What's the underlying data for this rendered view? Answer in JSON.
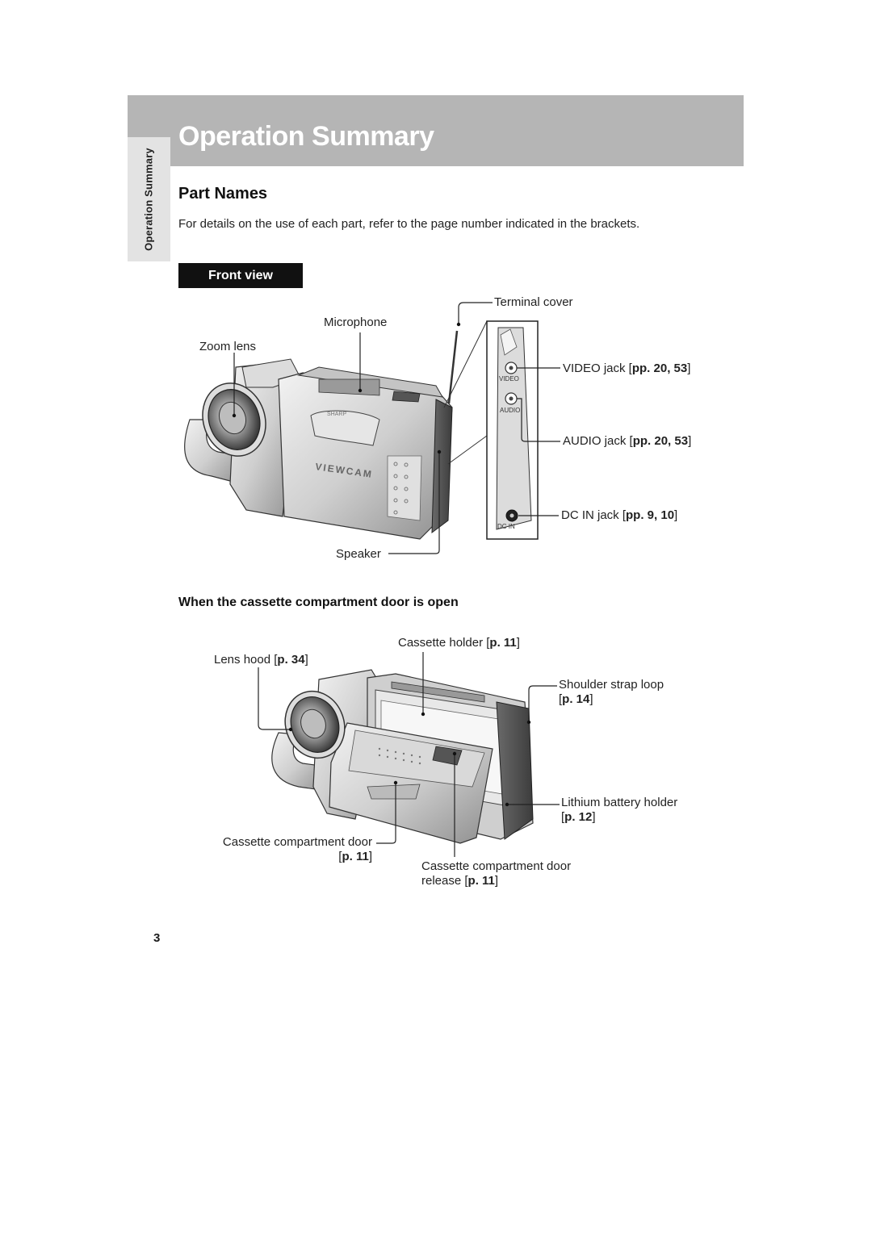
{
  "side_tab": "Operation Summary",
  "title": "Operation Summary",
  "section": "Part Names",
  "intro": "For details on the use of each part, refer to the page number indicated in the brackets.",
  "front_view_tag": "Front view",
  "front_labels": {
    "terminal_cover": "Terminal cover",
    "microphone": "Microphone",
    "zoom_lens": "Zoom lens",
    "video_jack": {
      "text": "VIDEO jack [",
      "ref": "pp. 20, 53",
      "close": "]"
    },
    "audio_jack": {
      "text": "AUDIO jack [",
      "ref": "pp. 20, 53",
      "close": "]"
    },
    "dc_in_jack": {
      "text": "DC IN jack [",
      "ref": "pp. 9, 10",
      "close": "]"
    },
    "speaker": "Speaker",
    "panel_video": "VIDEO",
    "panel_audio": "AUDIO",
    "panel_dc_in": "DC IN",
    "body_brand": "VIEWCAM",
    "body_logo": "SHARP"
  },
  "open_subtitle": "When the cassette compartment door is open",
  "open_labels": {
    "cassette_holder": {
      "text": "Cassette holder [",
      "ref": "p. 11",
      "close": "]"
    },
    "lens_hood": {
      "text": "Lens hood [",
      "ref": "p. 34",
      "close": "]"
    },
    "shoulder_strap": {
      "line1": "Shoulder strap loop",
      "open": "[",
      "ref": "p. 14",
      "close": "]"
    },
    "lithium": {
      "line1": "Lithium battery holder",
      "open": "[",
      "ref": "p. 12",
      "close": "]"
    },
    "door": {
      "line1": "Cassette compartment door",
      "open": "[",
      "ref": "p. 11",
      "close": "]"
    },
    "door_release": {
      "line1": "Cassette compartment door",
      "text": "release [",
      "ref": "p. 11",
      "close": "]"
    }
  },
  "page_number": "3"
}
